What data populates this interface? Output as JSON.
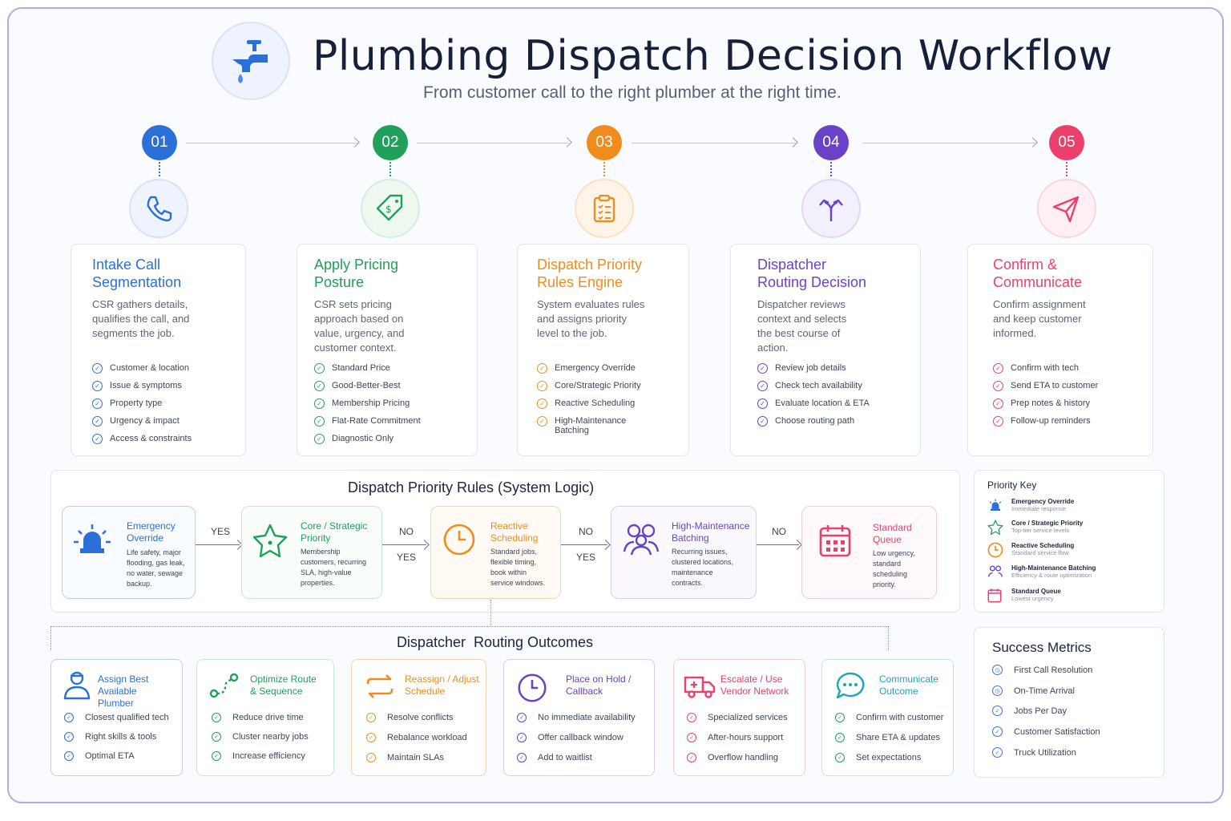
{
  "header": {
    "title": "Plumbing Dispatch Decision Workflow",
    "subtitle": "From customer call to the right plumber at the right time.",
    "icon": "faucet-icon"
  },
  "colors": {
    "blue": "#2b6fd8",
    "green": "#20a05a",
    "orange": "#f08c1e",
    "purple": "#6a42c8",
    "pink": "#ec3f6c"
  },
  "steps": [
    {
      "num": "01",
      "icon": "phone-icon",
      "color": "#2b6fd8",
      "title_l1": "Intake Call",
      "title_l2": "Segmentation",
      "desc": [
        "CSR gathers details,",
        "qualifies the call, and",
        "segments the job."
      ],
      "items": [
        "Customer & location",
        "Issue & symptoms",
        "Property type",
        "Urgency & impact",
        "Access & constraints"
      ]
    },
    {
      "num": "02",
      "icon": "price-tag-icon",
      "color": "#20a05a",
      "title_l1": "Apply Pricing",
      "title_l2": "Posture",
      "desc": [
        "CSR sets pricing",
        "approach based on",
        "value, urgency, and",
        "customer context."
      ],
      "items": [
        "Standard Price",
        "Good-Better-Best",
        "Membership Pricing",
        "Flat-Rate Commitment",
        "Diagnostic Only"
      ]
    },
    {
      "num": "03",
      "icon": "clipboard-icon",
      "color": "#f08c1e",
      "title_l1": "Dispatch Priority",
      "title_l2": "Rules Engine",
      "desc": [
        "System evaluates rules",
        "and assigns priority",
        "level to the job."
      ],
      "items": [
        "Emergency Override",
        "Core/Strategic Priority",
        "Reactive Scheduling",
        "High-Maintenance",
        "Batching"
      ]
    },
    {
      "num": "04",
      "icon": "split-arrows-icon",
      "color": "#6a42c8",
      "title_l1": "Dispatcher",
      "title_l2": "Routing Decision",
      "desc": [
        "Dispatcher reviews",
        "context and selects",
        "the best course of",
        "action."
      ],
      "items": [
        "Review job details",
        "Check tech availability",
        "Evaluate location & ETA",
        "Choose routing path"
      ]
    },
    {
      "num": "05",
      "icon": "send-icon",
      "color": "#ec3f6c",
      "title_l1": "Confirm &",
      "title_l2": "Communicate",
      "desc": [
        "Confirm assignment",
        "and keep customer",
        "informed."
      ],
      "items": [
        "Confirm with tech",
        "Send ETA to customer",
        "Prep notes & history",
        "Follow-up reminders"
      ]
    }
  ],
  "rules": {
    "title": "Dispatch Priority Rules (System Logic)",
    "yes": "YES",
    "no": "NO",
    "boxes": [
      {
        "icon": "siren-icon",
        "title": [
          "Emergency",
          "Override"
        ],
        "desc": [
          "Life safety, major",
          "flooding, gas leak,",
          "no water, sewage",
          "backup."
        ]
      },
      {
        "icon": "star-icon",
        "title": [
          "Core / Strategic",
          "Priority"
        ],
        "desc": [
          "Membership",
          "customers, recurring",
          "SLA, high-value",
          "properties."
        ]
      },
      {
        "icon": "clock-icon",
        "title": [
          "Reactive",
          "Scheduling"
        ],
        "desc": [
          "Standard jobs,",
          "flexible timing,",
          "book within",
          "service windows."
        ]
      },
      {
        "icon": "people-icon",
        "title": [
          "High-Maintenance",
          "Batching"
        ],
        "desc": [
          "Recurring issues,",
          "clustered locations,",
          "maintenance",
          "contracts."
        ]
      },
      {
        "icon": "calendar-icon",
        "title": [
          "Standard",
          "Queue"
        ],
        "desc": [
          "Low urgency,",
          "standard",
          "scheduling",
          "priority."
        ]
      }
    ]
  },
  "priority_key": {
    "title": "Priority Key",
    "rows": [
      {
        "icon": "siren-icon",
        "name": "Emergency Override",
        "sub": "Immediate response"
      },
      {
        "icon": "star-icon",
        "name": "Core / Strategic Priority",
        "sub": "Top-tier service levels"
      },
      {
        "icon": "clock-icon",
        "name": "Reactive Scheduling",
        "sub": "Standard service flow"
      },
      {
        "icon": "people-icon",
        "name": "High-Maintenance Batching",
        "sub": "Efficiency & route optimization"
      },
      {
        "icon": "calendar-icon",
        "name": "Standard Queue",
        "sub": "Lowest urgency"
      }
    ]
  },
  "outcomes": {
    "title": "Dispatcher  Routing Outcomes",
    "cards": [
      {
        "icon": "technician-icon",
        "title": [
          "Assign Best Available",
          "Plumber"
        ],
        "items": [
          "Closest qualified tech",
          "Right skills & tools",
          "Optimal ETA"
        ]
      },
      {
        "icon": "route-icon",
        "title": [
          "Optimize Route",
          "& Sequence"
        ],
        "items": [
          "Reduce drive time",
          "Cluster nearby jobs",
          "Increase efficiency"
        ]
      },
      {
        "icon": "swap-arrows-icon",
        "title": [
          "Reassign / Adjust",
          "Schedule"
        ],
        "items": [
          "Resolve conflicts",
          "Rebalance workload",
          "Maintain SLAs"
        ]
      },
      {
        "icon": "clock-icon",
        "title": [
          "Place on Hold /",
          "Callback"
        ],
        "items": [
          "No immediate availability",
          "Offer callback window",
          "Add to waitlist"
        ]
      },
      {
        "icon": "truck-icon",
        "title": [
          "Escalate / Use",
          "Vendor Network"
        ],
        "items": [
          "Specialized services",
          "After-hours support",
          "Overflow handling"
        ]
      },
      {
        "icon": "chat-bubble-icon",
        "title": [
          "Communicate",
          "Outcome"
        ],
        "items": [
          "Confirm with customer",
          "Share ETA & updates",
          "Set expectations"
        ]
      }
    ]
  },
  "metrics": {
    "title": "Success Metrics",
    "items": [
      "First Call Resolution",
      "On-Time Arrival",
      "Jobs Per Day",
      "Customer Satisfaction",
      "Truck Utilization"
    ]
  }
}
